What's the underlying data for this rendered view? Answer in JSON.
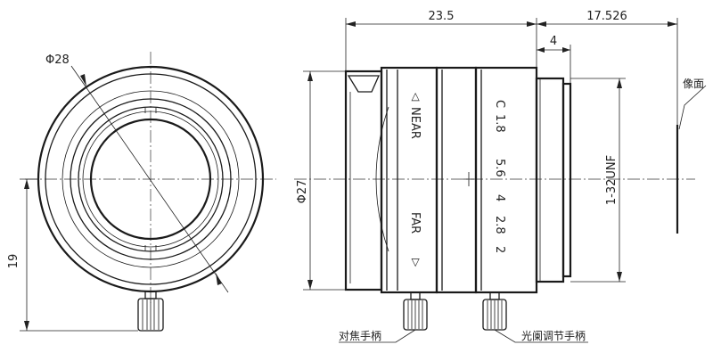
{
  "front_view": {
    "diameter_label": "Φ28",
    "height_label": "19"
  },
  "side_view": {
    "width_label": "23.5",
    "flange_label": "17.526",
    "mount_width_label": "4",
    "outer_diameter_label": "Φ27",
    "thread_label": "1-32UNF",
    "image_plane_label": "像面",
    "focus_knob_label": "对焦手柄",
    "iris_knob_label": "光阑调节手柄",
    "focus_ring": {
      "near_label": "NEAR",
      "far_label": "FAR",
      "near_arrow": "◁",
      "far_arrow": "▷"
    },
    "aperture_ring": {
      "f_marks": [
        "C",
        "1.8",
        "5.6",
        "4",
        "2.8",
        "2"
      ]
    }
  }
}
